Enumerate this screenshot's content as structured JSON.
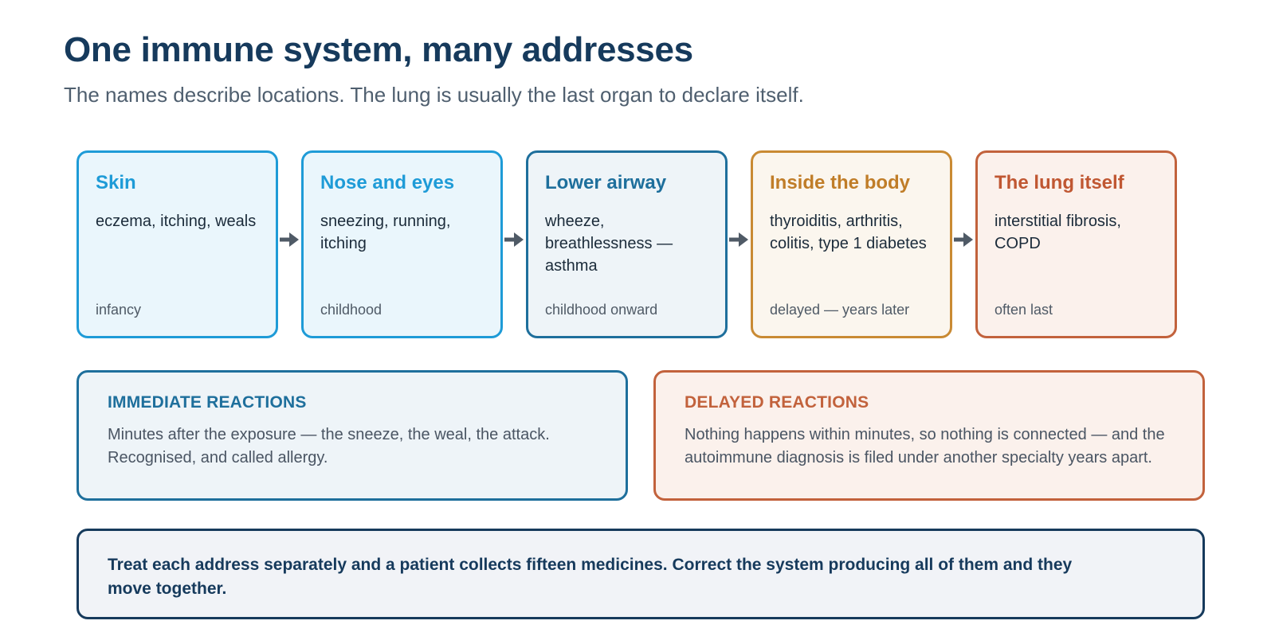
{
  "header": {
    "title": "One immune system, many addresses",
    "subtitle": "The names describe locations. The lung is usually the last organ to declare itself."
  },
  "stages": [
    {
      "name": "Skin",
      "symptoms": "eczema, itching, weals",
      "timing": "infancy",
      "accent_color": "#1e9bd7",
      "title_color": "#1e9bd7",
      "background": "#eaf6fc"
    },
    {
      "name": "Nose and eyes",
      "symptoms": "sneezing, running, itching",
      "timing": "childhood",
      "accent_color": "#1e9bd7",
      "title_color": "#1e9bd7",
      "background": "#eaf6fc"
    },
    {
      "name": "Lower airway",
      "symptoms": "wheeze, breathlessness — asthma",
      "timing": "childhood onward",
      "accent_color": "#1e6f9c",
      "title_color": "#1e6f9c",
      "background": "#eef4f8"
    },
    {
      "name": "Inside the body",
      "symptoms": "thyroiditis, arthritis, colitis, type 1 diabetes",
      "timing": "delayed — years later",
      "accent_color": "#c98a33",
      "title_color": "#c07d28",
      "background": "#fbf6ee"
    },
    {
      "name": "The lung itself",
      "symptoms": "interstitial fibrosis, COPD",
      "timing": "often last",
      "accent_color": "#c2623c",
      "title_color": "#c05732",
      "background": "#fbf1ec"
    }
  ],
  "arrow_color": "#4f5a66",
  "reactions": {
    "immediate": {
      "title": "IMMEDIATE REACTIONS",
      "text": "Minutes after the exposure — the sneeze, the weal, the attack. Recognised, and called allergy.",
      "accent_color": "#1e6f9c",
      "background": "#eef4f8"
    },
    "delayed": {
      "title": "DELAYED REACTIONS",
      "text": "Nothing happens within minutes, so nothing is connected — and the autoimmune diagnosis is filed under another specialty years apart.",
      "accent_color": "#c2623c",
      "background": "#fbf1ec"
    }
  },
  "conclusion": {
    "text": "Treat each address separately and a patient collects fifteen medicines. Correct the system producing all of them and they move together."
  }
}
